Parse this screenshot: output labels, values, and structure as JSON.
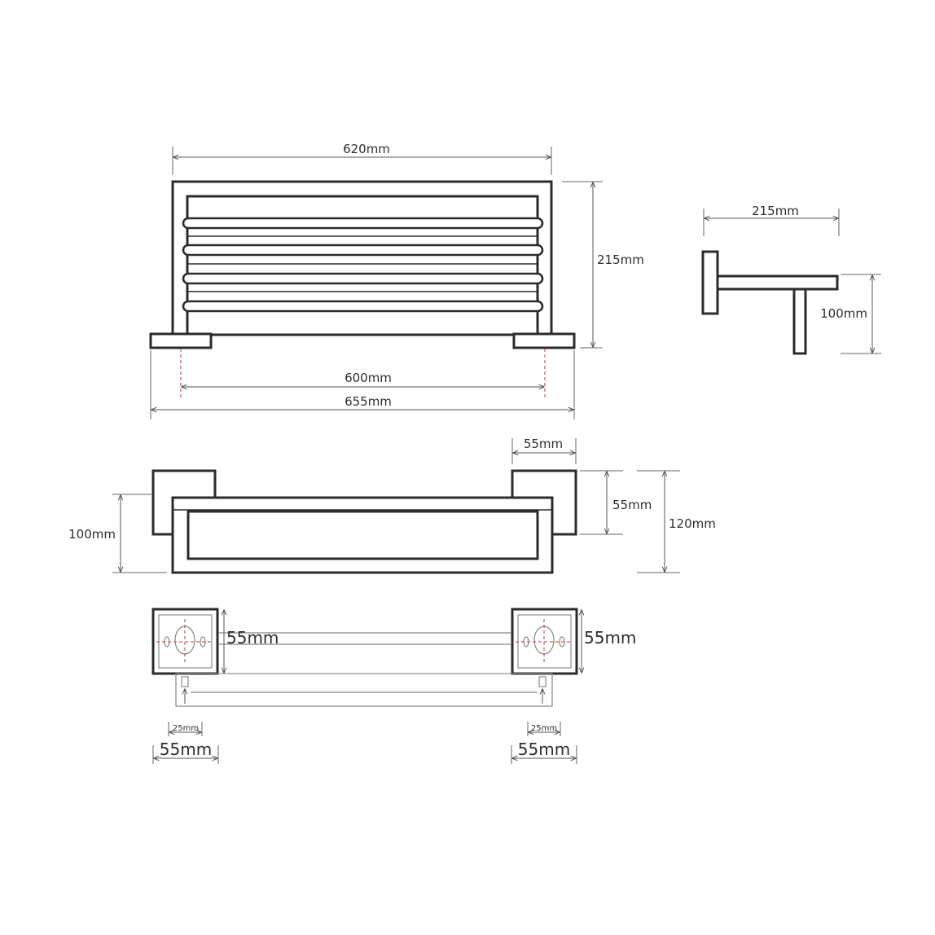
{
  "front_view": {
    "width_top": "620mm",
    "height": "215mm",
    "center_distance": "600mm",
    "overall_width": "655mm"
  },
  "side_view": {
    "depth": "215mm",
    "height": "100mm"
  },
  "top_view": {
    "plate_width": "55mm",
    "plate_height": "55mm",
    "overall_height": "120mm",
    "depth": "100mm"
  },
  "base_view": {
    "plate_left_label": "55mm",
    "plate_right_label": "55mm",
    "left_offset": "25mm",
    "right_offset": "25mm",
    "left_width": "55mm",
    "right_width": "55mm"
  }
}
